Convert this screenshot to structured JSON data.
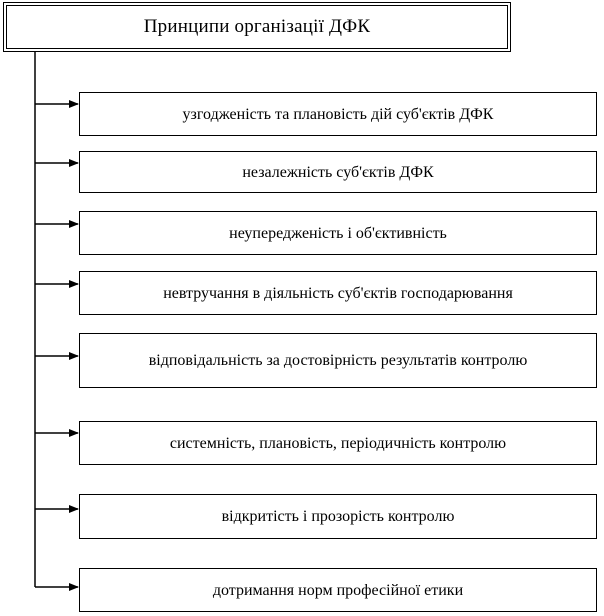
{
  "title": "Принципи організації ДФК",
  "items": [
    "узгодженість та плановість дій суб'єктів ДФК",
    "незалежність суб'єктів ДФК",
    "неупередженість і об'єктивність",
    "невтручання  в діяльність суб'єктів господарювання",
    "відповідальність за достовірність результатів контролю",
    "системність, плановість, періодичність контролю",
    "відкритість і прозорість контролю",
    "дотримання норм професійної етики"
  ]
}
